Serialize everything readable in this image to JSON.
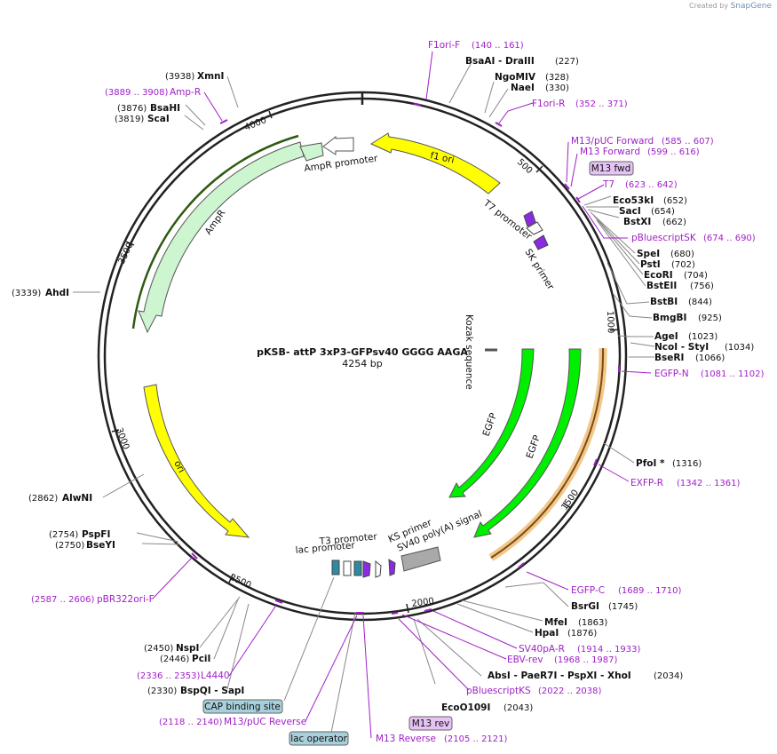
{
  "header": {
    "watermark_prefix": "Created by",
    "watermark_brand": "SnapGene"
  },
  "plasmid": {
    "name": "pKSB- attP 3xP3-GFPsv40 GGGG AAGA",
    "size_label": "4254 bp",
    "length": 4254
  },
  "ticks": [
    "500",
    "1000",
    "1500",
    "2000",
    "2500",
    "3000",
    "3500",
    "4000"
  ],
  "sites": [
    {
      "name": "BsaAI  - DraIII",
      "pos": "(227)"
    },
    {
      "name": "NgoMIV",
      "pos": "(328)"
    },
    {
      "name": "NaeI",
      "pos": "(330)"
    },
    {
      "name": "Eco53kI",
      "pos": "(652)"
    },
    {
      "name": "SacI",
      "pos": "(654)"
    },
    {
      "name": "BstXI",
      "pos": "(662)"
    },
    {
      "name": "SpeI",
      "pos": "(680)"
    },
    {
      "name": "PstI",
      "pos": "(702)"
    },
    {
      "name": "EcoRI",
      "pos": "(704)"
    },
    {
      "name": "BstEII",
      "pos": "(756)"
    },
    {
      "name": "BstBI",
      "pos": "(844)"
    },
    {
      "name": "BmgBI",
      "pos": "(925)"
    },
    {
      "name": "AgeI",
      "pos": "(1023)"
    },
    {
      "name": "NcoI  - StyI",
      "pos": "(1034)"
    },
    {
      "name": "BseRI",
      "pos": "(1066)"
    },
    {
      "name": "PfoI *",
      "pos": "(1316)"
    },
    {
      "name": "BsrGI",
      "pos": "(1745)"
    },
    {
      "name": "MfeI",
      "pos": "(1863)"
    },
    {
      "name": "HpaI",
      "pos": "(1876)"
    },
    {
      "name": "AbsI  - PaeR7I  - PspXI  - XhoI",
      "pos": "(2034)"
    },
    {
      "name": "EcoO109I",
      "pos": "(2043)"
    },
    {
      "name": "BspQI  - SapI",
      "pos": "(2330)"
    },
    {
      "name": "PciI",
      "pos": "(2446)"
    },
    {
      "name": "NspI",
      "pos": "(2450)"
    },
    {
      "name": "BseYI",
      "pos": "(2750)"
    },
    {
      "name": "PspFI",
      "pos": "(2754)"
    },
    {
      "name": "AlwNI",
      "pos": "(2862)"
    },
    {
      "name": "AhdI",
      "pos": "(3339)"
    },
    {
      "name": "ScaI",
      "pos": "(3819)"
    },
    {
      "name": "BsaHI",
      "pos": "(3876)"
    },
    {
      "name": "XmnI",
      "pos": "(3938)"
    }
  ],
  "primers": [
    {
      "name": "F1ori-F",
      "pos": "(140 .. 161)"
    },
    {
      "name": "F1ori-R",
      "pos": "(352 .. 371)"
    },
    {
      "name": "M13/pUC Forward",
      "pos": "(585 .. 607)"
    },
    {
      "name": "M13 Forward",
      "pos": "(599 .. 616)"
    },
    {
      "name": "T7",
      "pos": "(623 .. 642)"
    },
    {
      "name": "pBluescriptSK",
      "pos": "(674 .. 690)"
    },
    {
      "name": "EGFP-N",
      "pos": "(1081 .. 1102)"
    },
    {
      "name": "EXFP-R",
      "pos": "(1342 .. 1361)"
    },
    {
      "name": "EGFP-C",
      "pos": "(1689 .. 1710)"
    },
    {
      "name": "SV40pA-R",
      "pos": "(1914 .. 1933)"
    },
    {
      "name": "EBV-rev",
      "pos": "(1968 .. 1987)"
    },
    {
      "name": "pBluescriptKS",
      "pos": "(2022 .. 2038)"
    },
    {
      "name": "M13 Reverse",
      "pos": "(2105 .. 2121)"
    },
    {
      "name": "M13/pUC Reverse",
      "pos": "(2118 .. 2140)"
    },
    {
      "name": "L4440",
      "pos": "(2336 .. 2353)"
    },
    {
      "name": "pBR322ori-F",
      "pos": "(2587 .. 2606)"
    },
    {
      "name": "Amp-R",
      "pos": "(3889 .. 3908)"
    }
  ],
  "features": {
    "f1ori": "f1 ori",
    "t7promoter": "T7 promoter",
    "skprimer": "SK primer",
    "kozak": "Kozak sequence",
    "egfp1": "EGFP",
    "egfp2": "EGFP",
    "sv40": "SV40 poly(A) signal",
    "ksprimer": "KS primer",
    "t3promoter": "T3 promoter",
    "lacpromoter": "lac promoter",
    "ori": "ori",
    "ampr": "AmpR",
    "amprpromoter": "AmpR promoter"
  },
  "boxes": {
    "m13fwd": "M13 fwd",
    "m13rev": "M13 rev",
    "cap": "CAP binding site",
    "lacop": "lac operator"
  },
  "colors": {
    "backbone": "#222222",
    "site_label": "#111111",
    "primer": "#a020c8",
    "f1ori": "#ffff00",
    "ori": "#ffff00",
    "egfp": "#00ee00",
    "ampr": "#ccf5d0",
    "sv40": "#a9a9a9",
    "primer_box": "#e6c3f5",
    "misc_box": "#a8d0dc",
    "highlight": "#f2c889",
    "lac_promoter": "#2e8aa0"
  }
}
